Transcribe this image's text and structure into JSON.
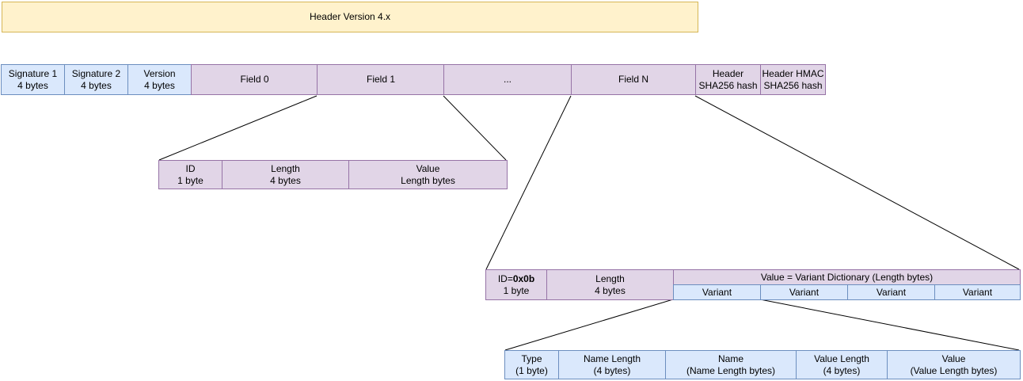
{
  "diagram": {
    "title_box": {
      "label": "Header Version 4.x"
    },
    "header_row": {
      "cells": [
        {
          "label": "Signature 1",
          "sublabel": "4 bytes"
        },
        {
          "label": "Signature 2",
          "sublabel": "4 bytes"
        },
        {
          "label": "Version",
          "sublabel": "4 bytes"
        },
        {
          "label": "Field 0"
        },
        {
          "label": "Field 1"
        },
        {
          "label": "..."
        },
        {
          "label": "Field N"
        },
        {
          "label": "Header",
          "sublabel": "SHA256 hash"
        },
        {
          "label": "Header HMAC",
          "sublabel": "SHA256 hash"
        }
      ]
    },
    "field_detail_row": {
      "cells": [
        {
          "label": "ID",
          "sublabel": "1 byte"
        },
        {
          "label": "Length",
          "sublabel": "4 bytes"
        },
        {
          "label": "Value",
          "sublabel": "Length bytes"
        }
      ]
    },
    "field_n_detail_row": {
      "id_cell": {
        "prefix": "ID=",
        "id_value": "0x0b",
        "sublabel": "1 byte"
      },
      "length_cell": {
        "label": "Length",
        "sublabel": "4 bytes"
      },
      "dictionary_band": {
        "label": "Value = Variant Dictionary (Length bytes)"
      },
      "variants": [
        {
          "label": "Variant"
        },
        {
          "label": "Variant"
        },
        {
          "label": "Variant"
        },
        {
          "label": "Variant"
        }
      ]
    },
    "variant_detail_row": {
      "cells": [
        {
          "label": "Type",
          "sublabel": "(1 byte)"
        },
        {
          "label": "Name Length",
          "sublabel": "(4 bytes)"
        },
        {
          "label": "Name",
          "sublabel": "(Name Length bytes)"
        },
        {
          "label": "Value Length",
          "sublabel": "(4 bytes)"
        },
        {
          "label": "Value",
          "sublabel": "(Value Length bytes)"
        }
      ]
    },
    "colors": {
      "yellow_fill": "#fff2cc",
      "yellow_stroke": "#d6b656",
      "blue_fill": "#dae8fc",
      "blue_stroke": "#6c8ebf",
      "purple_fill": "#e1d5e7",
      "purple_stroke": "#9673a6",
      "connector": "#000000"
    }
  }
}
